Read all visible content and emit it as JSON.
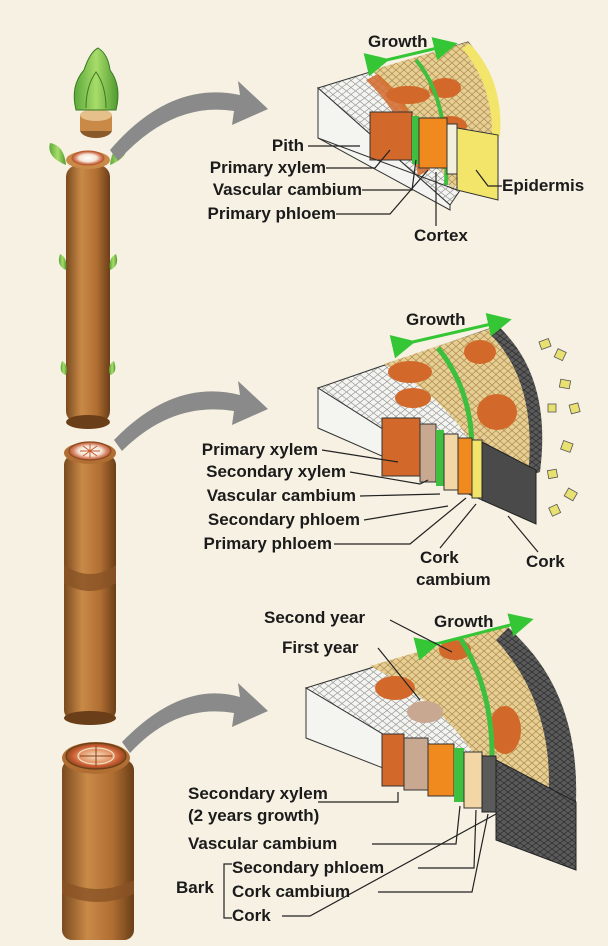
{
  "panel1": {
    "growth": "Growth",
    "pith": "Pith",
    "primary_xylem": "Primary xylem",
    "vascular_cambium": "Vascular cambium",
    "primary_phloem": "Primary phloem",
    "epidermis": "Epidermis",
    "cortex": "Cortex"
  },
  "panel2": {
    "growth": "Growth",
    "primary_xylem": "Primary xylem",
    "secondary_xylem": "Secondary xylem",
    "vascular_cambium": "Vascular cambium",
    "secondary_phloem": "Secondary phloem",
    "primary_phloem": "Primary phloem",
    "cork_cambium_1": "Cork",
    "cork_cambium_2": "cambium",
    "cork": "Cork"
  },
  "panel3": {
    "second_year": "Second year",
    "first_year": "First year",
    "growth": "Growth",
    "secondary_xylem": "Secondary xylem",
    "growth_note": "(2 years growth)",
    "vascular_cambium": "Vascular cambium",
    "bark": "Bark",
    "secondary_phloem": "Secondary phloem",
    "cork_cambium": "Cork cambium",
    "cork": "Cork"
  },
  "colors": {
    "stem": "#b8763a",
    "pith": "#f2f2ee",
    "xylem": "#d2692a",
    "cambium": "#3fbf3f",
    "phloem": "#f08a1e",
    "cortex": "#e2c98c",
    "epidermis": "#f2e56a",
    "cork": "#4a4a4a",
    "growth_arrow": "#34c634",
    "curved_arrow": "#8a8a8a"
  }
}
